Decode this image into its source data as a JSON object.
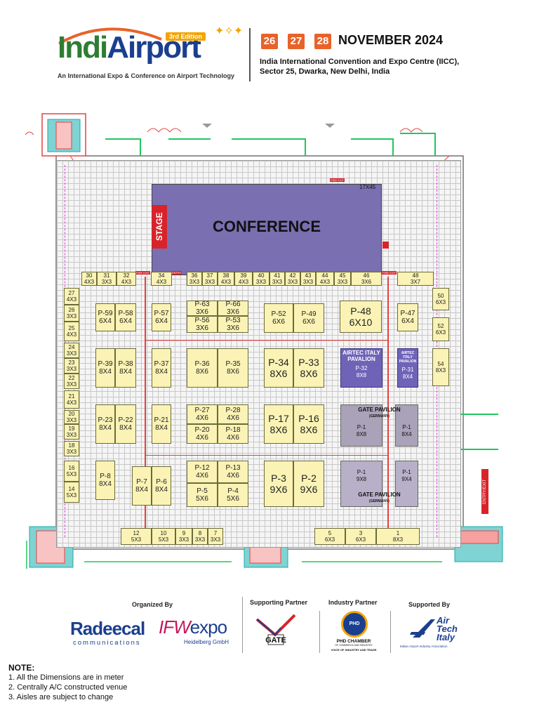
{
  "header": {
    "logo_text_a": "Indi",
    "logo_text_b": "Airport",
    "edition": "3rd Edition",
    "tagline": "An International Expo & Conference on Airport Technology",
    "dates": [
      "26",
      "27",
      "28"
    ],
    "month_year": "NOVEMBER 2024",
    "venue_line1": "India International Convention and Expo Centre (IICC),",
    "venue_line2": "Sector 25, Dwarka, New Delhi, India",
    "colors": {
      "brand_green": "#2e7d32",
      "brand_blue": "#1b3f8f",
      "date_orange": "#e8622a",
      "accent_yellow": "#f4a300"
    }
  },
  "floorplan": {
    "conference": {
      "label": "CONFERENCE",
      "size": "17X45",
      "stage": "STAGE",
      "color": "#7a6fb0"
    },
    "entry_exit": "ENTRY/EXIT",
    "tags": {
      "fire_exit": "FIRE EXIT",
      "entry": "ENTRY"
    },
    "top_row": [
      {
        "id": "30",
        "size": "4X3"
      },
      {
        "id": "31",
        "size": "3X3"
      },
      {
        "id": "32",
        "size": "4X3"
      },
      {
        "id": "34",
        "size": "4X3"
      },
      {
        "id": "36",
        "size": "3X3"
      },
      {
        "id": "37",
        "size": "3X3"
      },
      {
        "id": "38",
        "size": "4X3"
      },
      {
        "id": "39",
        "size": "4X3"
      },
      {
        "id": "40",
        "size": "3X3"
      },
      {
        "id": "41",
        "size": "3X3"
      },
      {
        "id": "42",
        "size": "3X3"
      },
      {
        "id": "43",
        "size": "3X3"
      },
      {
        "id": "44",
        "size": "4X3"
      },
      {
        "id": "45",
        "size": "3X3"
      },
      {
        "id": "46",
        "size": "3X6"
      },
      {
        "id": "48",
        "size": "3X7"
      }
    ],
    "left_col": [
      {
        "id": "27",
        "size": "4X3"
      },
      {
        "id": "26",
        "size": "3X3"
      },
      {
        "id": "25",
        "size": "4X3"
      },
      {
        "id": "24",
        "size": "3X3"
      },
      {
        "id": "23",
        "size": "3X3"
      },
      {
        "id": "22",
        "size": "3X3"
      },
      {
        "id": "21",
        "size": "4X3"
      },
      {
        "id": "20",
        "size": "3X3"
      },
      {
        "id": "19",
        "size": "3X3"
      },
      {
        "id": "18",
        "size": "3X3"
      },
      {
        "id": "16",
        "size": "5X3"
      },
      {
        "id": "14",
        "size": "5X3"
      }
    ],
    "right_col": [
      {
        "id": "50",
        "size": "6X3"
      },
      {
        "id": "52",
        "size": "6X3"
      },
      {
        "id": "54",
        "size": "8X3"
      }
    ],
    "bottom_row": [
      {
        "id": "12",
        "size": "5X3"
      },
      {
        "id": "10",
        "size": "5X3"
      },
      {
        "id": "9",
        "size": "3X3"
      },
      {
        "id": "8",
        "size": "3X3"
      },
      {
        "id": "7",
        "size": "3X3"
      },
      {
        "id": "5",
        "size": "6X3"
      },
      {
        "id": "3",
        "size": "6X3"
      },
      {
        "id": "1",
        "size": "8X3"
      }
    ],
    "pavilions": [
      {
        "id": "P-59",
        "size": "6X4"
      },
      {
        "id": "P-58",
        "size": "6X4"
      },
      {
        "id": "P-57",
        "size": "6X4"
      },
      {
        "id": "P-63",
        "size": "3X6"
      },
      {
        "id": "P-66",
        "size": "3X6"
      },
      {
        "id": "P-56",
        "size": "3X6"
      },
      {
        "id": "P-53",
        "size": "3X6"
      },
      {
        "id": "P-52",
        "size": "6X6"
      },
      {
        "id": "P-49",
        "size": "6X6"
      },
      {
        "id": "P-48",
        "size": "6X10"
      },
      {
        "id": "P-47",
        "size": "6X4"
      },
      {
        "id": "P-39",
        "size": "8X4"
      },
      {
        "id": "P-38",
        "size": "8X4"
      },
      {
        "id": "P-37",
        "size": "8X4"
      },
      {
        "id": "P-36",
        "size": "8X6"
      },
      {
        "id": "P-35",
        "size": "8X6"
      },
      {
        "id": "P-34",
        "size": "8X6"
      },
      {
        "id": "P-33",
        "size": "8X6"
      },
      {
        "id": "P-23",
        "size": "8X4"
      },
      {
        "id": "P-22",
        "size": "8X4"
      },
      {
        "id": "P-21",
        "size": "8X4"
      },
      {
        "id": "P-27",
        "size": "4X6"
      },
      {
        "id": "P-28",
        "size": "4X6"
      },
      {
        "id": "P-20",
        "size": "4X6"
      },
      {
        "id": "P-18",
        "size": "4X6"
      },
      {
        "id": "P-17",
        "size": "8X6"
      },
      {
        "id": "P-16",
        "size": "8X6"
      },
      {
        "id": "P-8",
        "size": "8X4"
      },
      {
        "id": "P-7",
        "size": "8X4"
      },
      {
        "id": "P-6",
        "size": "8X4"
      },
      {
        "id": "P-12",
        "size": "4X6"
      },
      {
        "id": "P-13",
        "size": "4X6"
      },
      {
        "id": "P-5",
        "size": "5X6"
      },
      {
        "id": "P-4",
        "size": "5X6"
      },
      {
        "id": "P-3",
        "size": "9X6"
      },
      {
        "id": "P-2",
        "size": "9X6"
      }
    ],
    "airtec": {
      "title": "AIRTEC ITALY PAVALION",
      "p32": {
        "id": "P-32",
        "size": "8X8"
      },
      "p31": {
        "id": "P-31",
        "size": "8X4"
      },
      "p31_title": "AIRTEC ITALY PAVALION",
      "color": "#6f63b8"
    },
    "gate_pavilion": {
      "title": "GATE PAVILION",
      "country": "(GERMANY)",
      "upper_p1a": {
        "id": "P-1",
        "size": "8X8"
      },
      "upper_p1b": {
        "id": "P-1",
        "size": "8X4"
      },
      "lower_p1a": {
        "id": "P-1",
        "size": "9X8"
      },
      "lower_p1b": {
        "id": "P-1",
        "size": "9X4"
      },
      "color": "#a9a2b8"
    }
  },
  "partners": {
    "organized_by": "Organized By",
    "supporting_partner": "Supporting Partner",
    "industry_partner": "Industry Partner",
    "supported_by": "Supported By",
    "radeecal": "Radeecal",
    "radeecal_sub": "communications",
    "ifw_a": "IFW",
    "ifw_b": "expo",
    "ifw_sub": "Heidelberg GmbH",
    "gate": "GATE",
    "phd_logo": "PHD",
    "phd_name": "PHD CHAMBER",
    "phd_sub": "OF COMMERCE AND INDUSTRY",
    "phd_voice": "VOICE OF INDUSTRY AND TRADE",
    "airtech_1": "Air",
    "airtech_2": "Tech",
    "airtech_3": "Italy",
    "airtech_sub": "Italian Airport Industry Association"
  },
  "notes": {
    "title": "NOTE:",
    "items": [
      "1. All the Dimensions are in meter",
      "2. Centrally A/C constructed venue",
      "3. Aisles are subject to change"
    ]
  }
}
